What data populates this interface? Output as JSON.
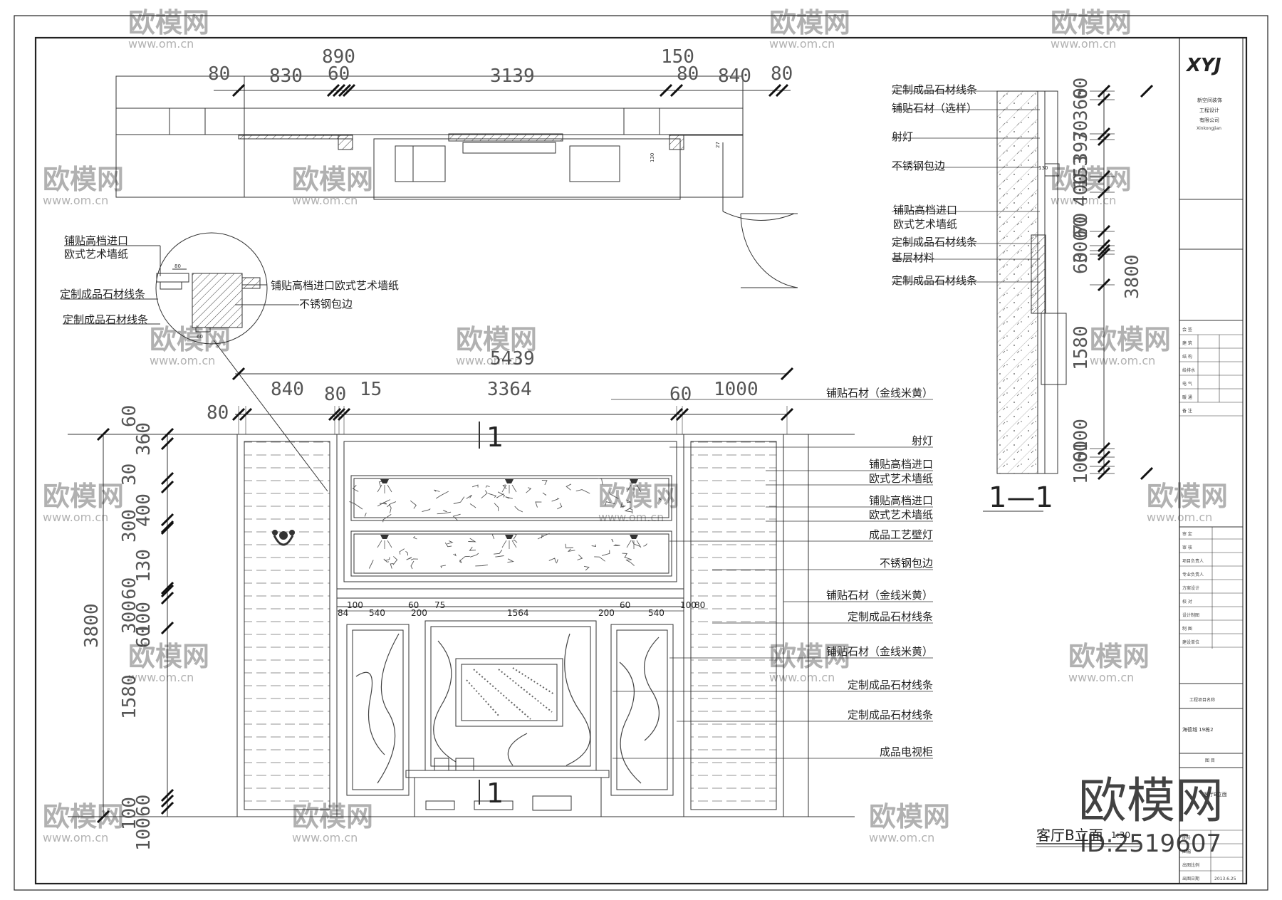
{
  "plan": {
    "dims_top": [
      "80",
      "830",
      "890",
      "60",
      "3139",
      "150",
      "80",
      "840",
      "80"
    ],
    "dim_side": "130",
    "dim_side2": "27"
  },
  "detail": {
    "dims": [
      "80",
      "60"
    ],
    "labels": [
      "铺贴高档进口",
      "欧式艺术墙纸",
      "定制成品石材线条",
      "定制成品石材线条",
      "铺贴高档进口欧式艺术墙纸",
      "不锈钢包边"
    ]
  },
  "section": {
    "labels": [
      "定制成品石材线条",
      "铺贴石材（选样）",
      "射灯",
      "不锈钢包边",
      "铺贴高档进口",
      "欧式艺术墙纸",
      "定制成品石材线条",
      "基层材料",
      "定制成品石材线条"
    ],
    "dims_right": [
      "60",
      "360",
      "30",
      "397",
      "153",
      "400",
      "60",
      "70",
      "300",
      "60",
      "1580",
      "100",
      "60",
      "100"
    ],
    "dim_total": "3800",
    "dim_mid": "130",
    "title": "1—1"
  },
  "elevation": {
    "dims_top_total": "5439",
    "dims_top": [
      "80",
      "840",
      "80",
      "15",
      "3364",
      "60",
      "1000"
    ],
    "dims_inner": [
      "100",
      "84",
      "540",
      "60",
      "200",
      "75",
      "1564",
      "200",
      "60",
      "540",
      "100",
      "80"
    ],
    "dims_left": [
      "60",
      "360",
      "30",
      "400",
      "300",
      "130",
      "60",
      "100",
      "300",
      "60",
      "1580",
      "60",
      "100",
      "100"
    ],
    "dim_left_total": "3800",
    "section_mark": "1",
    "labels": [
      "铺贴石材（金线米黄）",
      "射灯",
      "铺贴高档进口",
      "欧式艺术墙纸",
      "铺贴高档进口",
      "欧式艺术墙纸",
      "成品工艺壁灯",
      "不锈钢包边",
      "铺贴石材（金线米黄）",
      "定制成品石材线条",
      "铺贴石材（金线米黄）",
      "定制成品石材线条",
      "定制成品石材线条",
      "成品电视柜"
    ],
    "title": "客厅B立面",
    "scale": "1:30"
  },
  "titleblock": {
    "logo": "XYJ",
    "company_lines": [
      "新空间装饰",
      "工程设计",
      "有限公司"
    ],
    "pinyin": "Xinkongjian",
    "project_label": "工程项目名称",
    "project_value": "海德城 19栋2",
    "drawing_label": "图 目",
    "drawing_value": "客厅B立面",
    "date_label": "出图日期",
    "date_value": "2013.6.25",
    "rows": [
      "会 签",
      "建 筑",
      "结 构",
      "给排水",
      "电 气",
      "暖 通",
      "备 注"
    ],
    "rows2": [
      "审 定",
      "审 核",
      "项目负责人",
      "专业负责人",
      "方案设计",
      "校 对",
      "设计制图",
      "制 图",
      "建设单位"
    ],
    "rows3": [
      "图号",
      "图幅",
      "出图比例"
    ]
  },
  "watermark": {
    "brand": "欧模网",
    "site": "www.om.cn",
    "id": "ID:2519607"
  }
}
